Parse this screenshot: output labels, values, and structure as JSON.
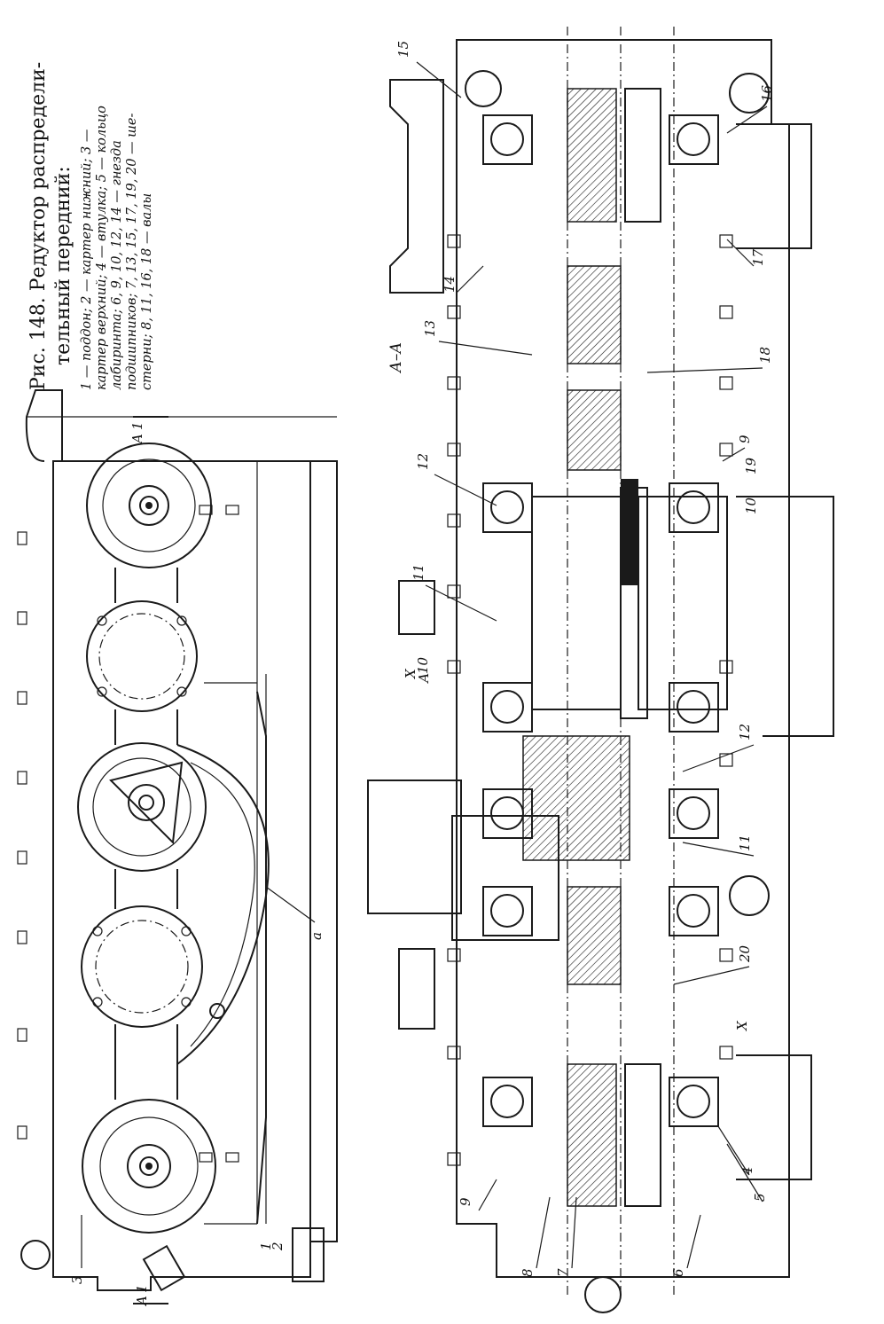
{
  "caption": {
    "title_line1": "Рис. 148. Редуктор распредели-",
    "title_line2": "тельный передний:",
    "body_lines": [
      "1 — поддон; 2 — картер нижний; 3 —",
      "картер верхний; 4 — втулка; 5 — кольцо",
      "лабиринта; 6, 9, 10, 12, 14 — гнезда",
      "подшипников; 7, 13, 15, 17, 19, 20 — ше-",
      "стерни; 8, 11, 16, 18 — валы"
    ]
  },
  "left_view": {
    "labels": {
      "a": "а",
      "A_top": "A",
      "A1_top": "1",
      "A_bot": "A",
      "A1_bot": "1"
    },
    "parts": [
      "3",
      "1",
      "2"
    ]
  },
  "section": {
    "title": "А–А",
    "x_mark": "X",
    "a_mark": "А",
    "part_labels": [
      "15",
      "16",
      "17",
      "14",
      "13",
      "18",
      "9",
      "19",
      "10",
      "12",
      "11",
      "10",
      "12",
      "11",
      "20",
      "9",
      "5",
      "4",
      "6",
      "8",
      "7"
    ]
  }
}
